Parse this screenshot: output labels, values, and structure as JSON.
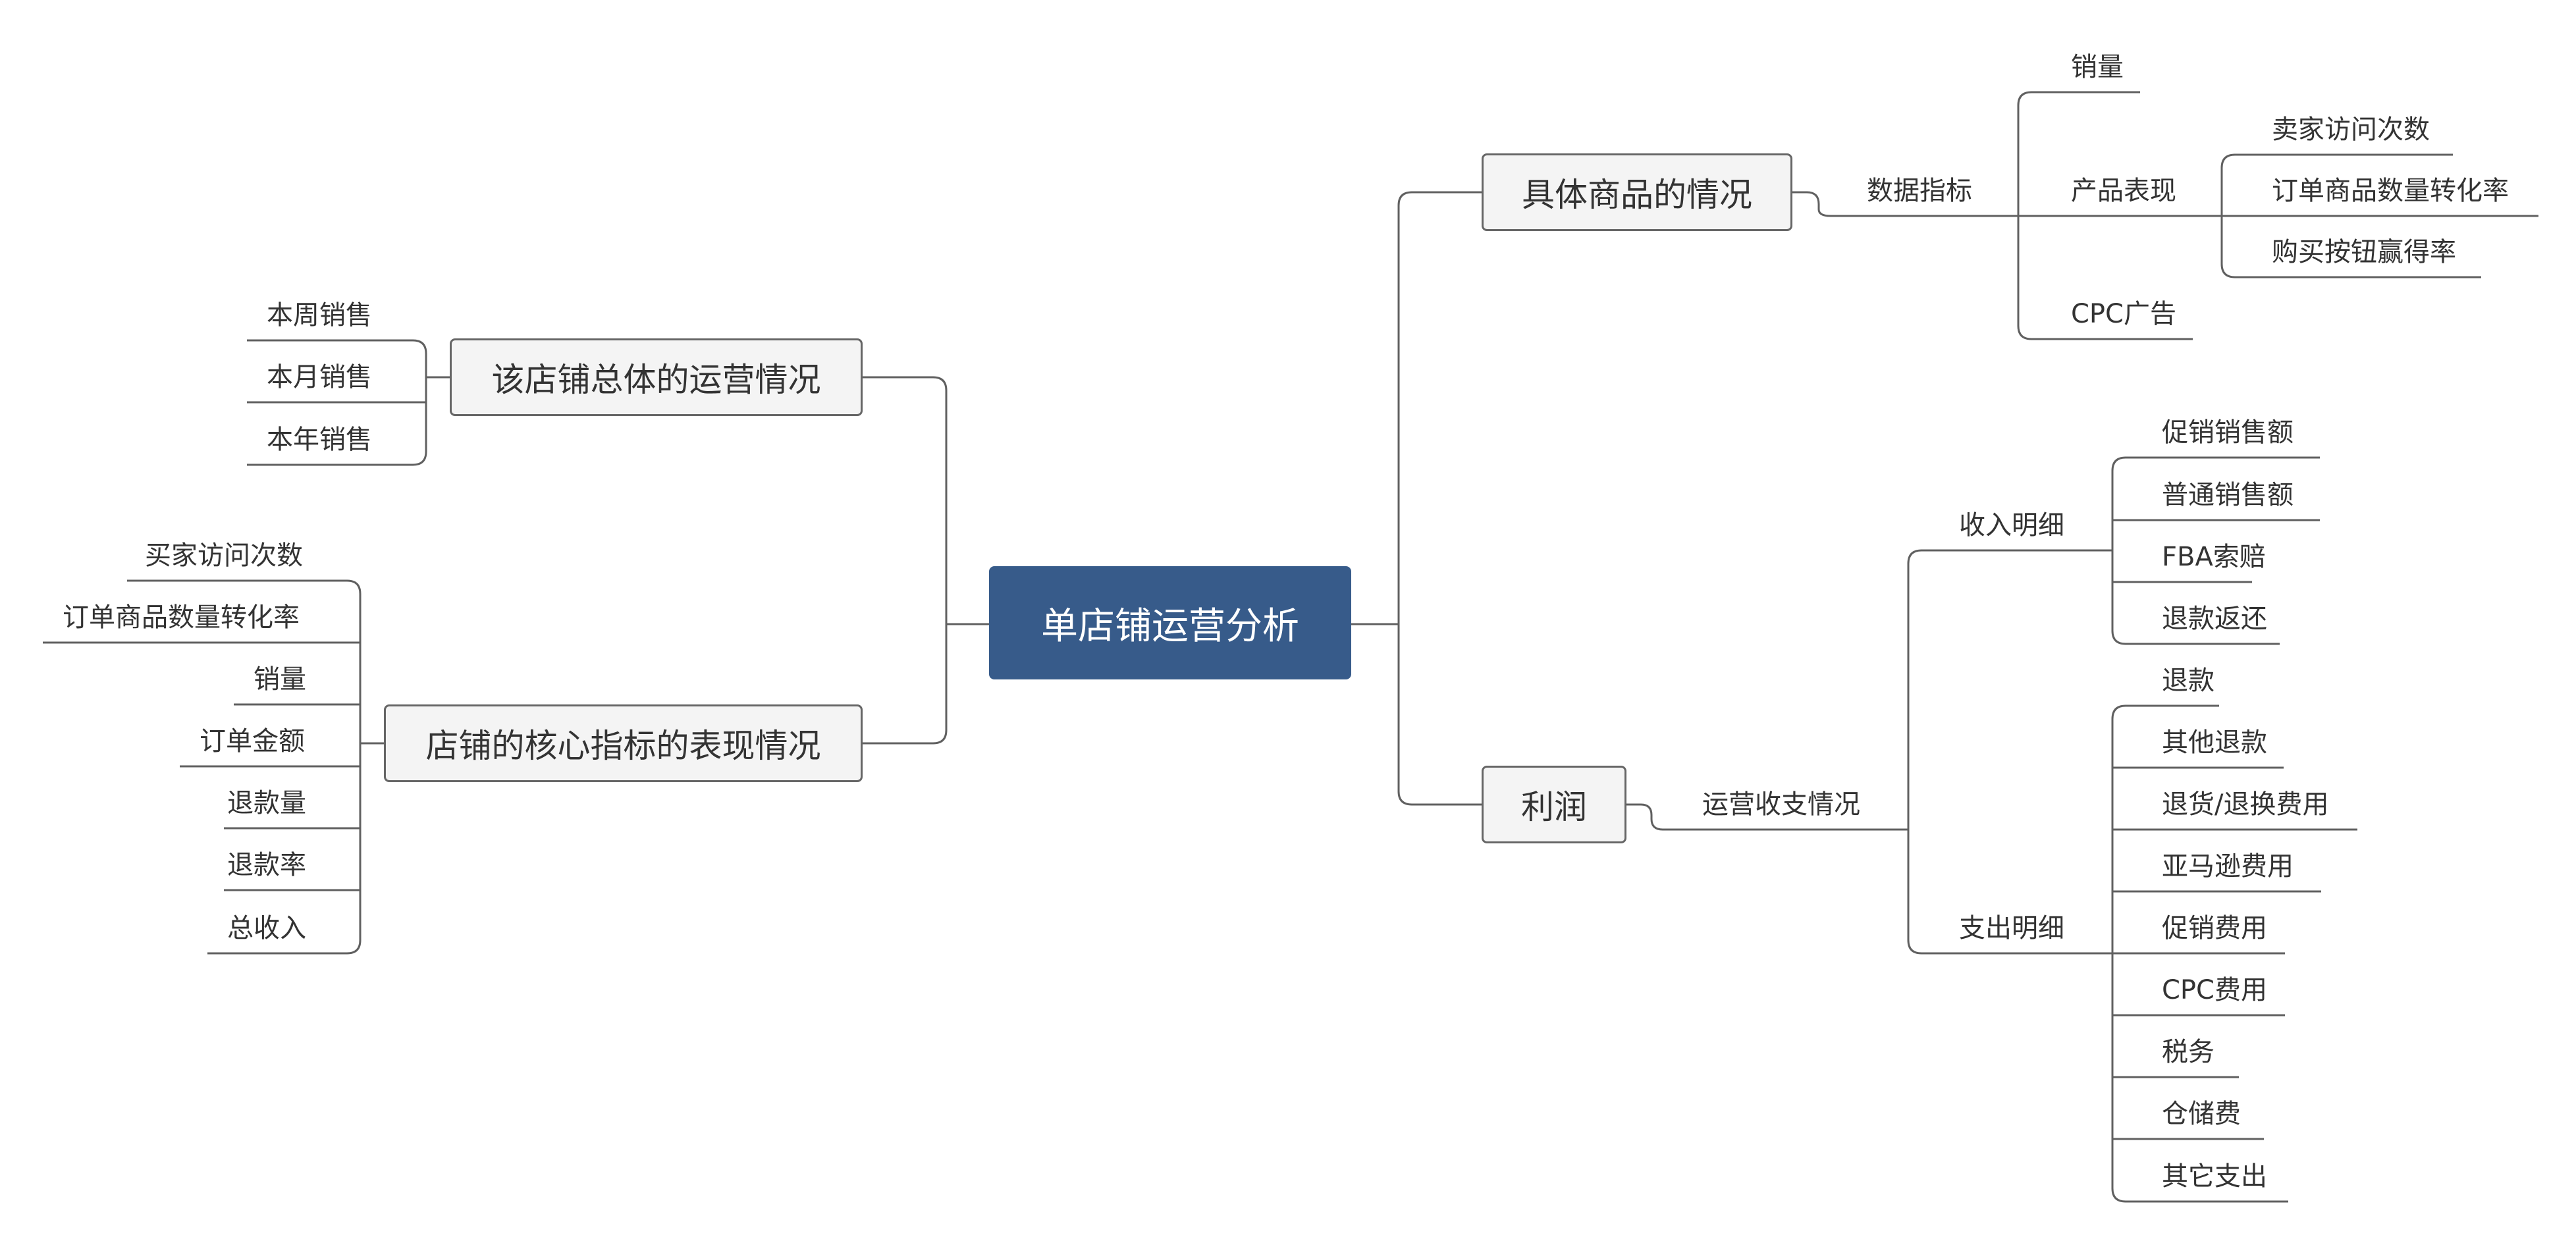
{
  "root": "单店铺运营分析",
  "right": {
    "product": {
      "label": "具体商品的情况",
      "metrics": {
        "label": "数据指标",
        "sales": "销量",
        "performance": {
          "label": "产品表现",
          "items": [
            "卖家访问次数",
            "订单商品数量转化率",
            "购买按钮赢得率"
          ]
        },
        "cpc": "CPC广告"
      }
    },
    "profit": {
      "label": "利润",
      "operations": {
        "label": "运营收支情况",
        "income": {
          "label": "收入明细",
          "items": [
            "促销销售额",
            "普通销售额",
            "FBA索赔",
            "退款返还"
          ]
        },
        "expense": {
          "label": "支出明细",
          "items": [
            "退款",
            "其他退款",
            "退货/退换费用",
            "亚马逊费用",
            "促销费用",
            "CPC费用",
            "税务",
            "仓储费",
            "其它支出"
          ]
        }
      }
    }
  },
  "left": {
    "overall": {
      "label": "该店铺总体的运营情况",
      "items": [
        "本周销售",
        "本月销售",
        "本年销售"
      ]
    },
    "core": {
      "label": "店铺的核心指标的表现情况",
      "items": [
        "买家访问次数",
        "订单商品数量转化率",
        "销量",
        "订单金额",
        "退款量",
        "退款率",
        "总收入"
      ]
    }
  }
}
